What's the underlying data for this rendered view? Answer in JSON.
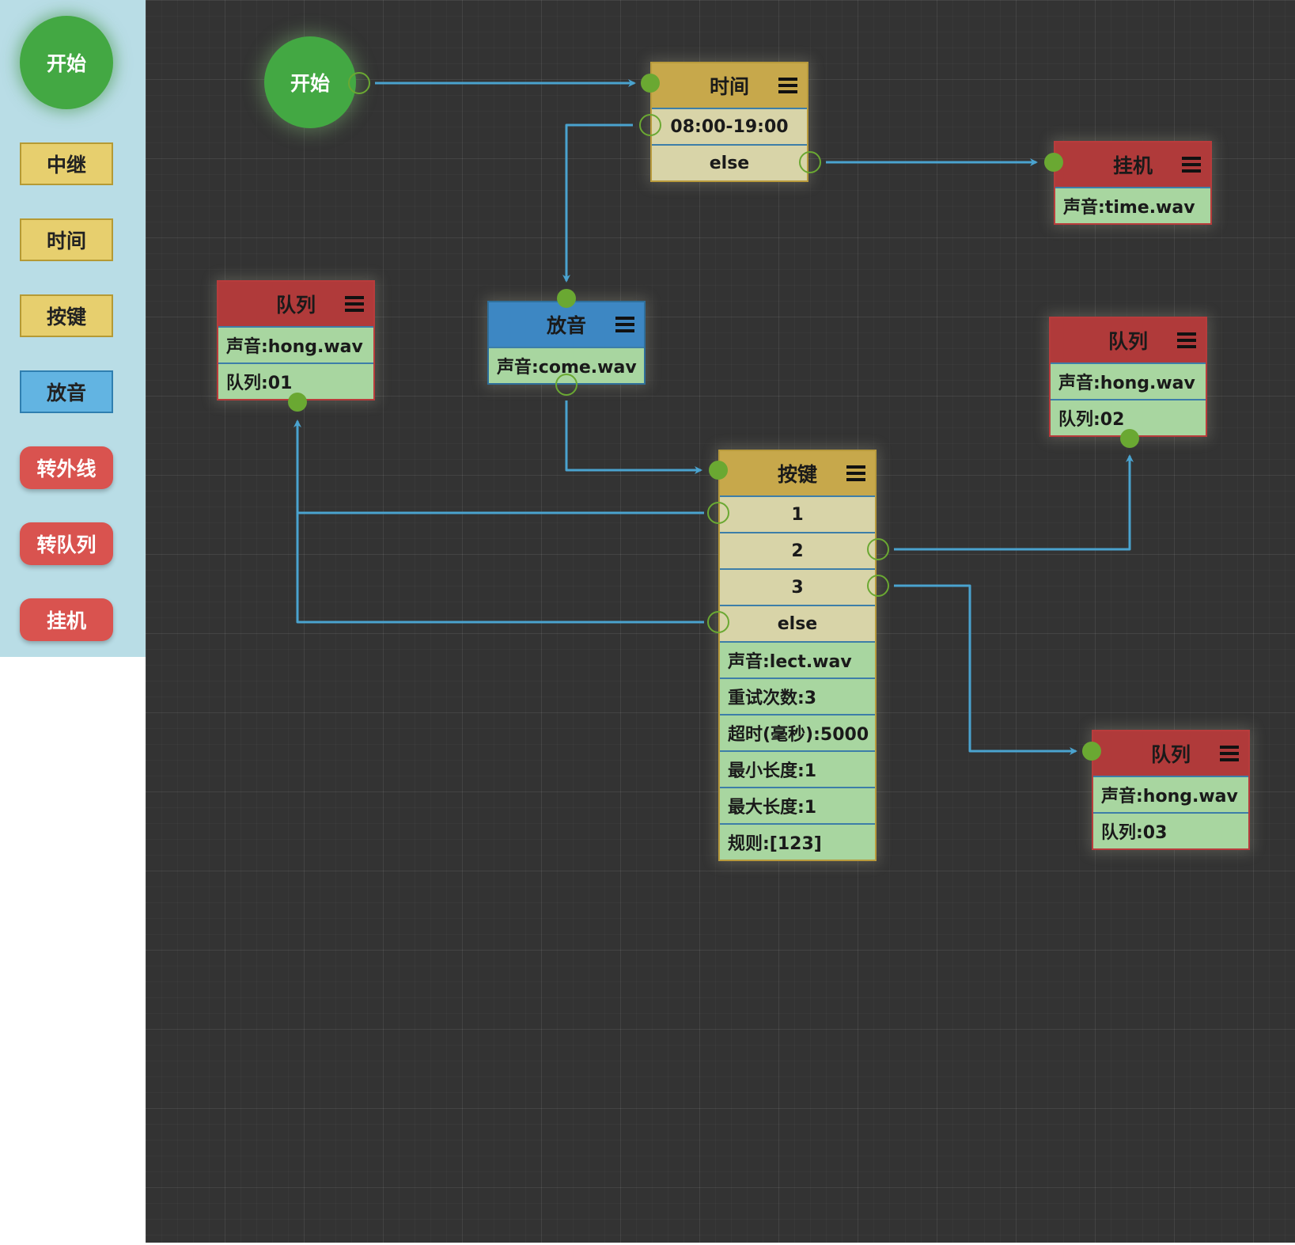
{
  "palette": {
    "start": "开始",
    "relay": "中继",
    "time": "时间",
    "key": "按键",
    "play": "放音",
    "transfer_external": "转外线",
    "transfer_queue": "转队列",
    "hangup": "挂机"
  },
  "canvas": {
    "start_label": "开始",
    "time_node": {
      "title": "时间",
      "branches": [
        "08:00-19:00",
        "else"
      ]
    },
    "hangup_node": {
      "title": "挂机",
      "props": [
        "声音:time.wav"
      ]
    },
    "play_node": {
      "title": "放音",
      "props": [
        "声音:come.wav"
      ]
    },
    "queue1": {
      "title": "队列",
      "props": [
        "声音:hong.wav",
        "队列:01"
      ]
    },
    "queue2": {
      "title": "队列",
      "props": [
        "声音:hong.wav",
        "队列:02"
      ]
    },
    "queue3": {
      "title": "队列",
      "props": [
        "声音:hong.wav",
        "队列:03"
      ]
    },
    "key_node": {
      "title": "按键",
      "branches": [
        "1",
        "2",
        "3",
        "else"
      ],
      "props": [
        "声音:lect.wav",
        "重试次数:3",
        "超时(毫秒):5000",
        "最小长度:1",
        "最大长度:1",
        "规则:[123]"
      ]
    }
  },
  "colors": {
    "canvas_bg": "#333333",
    "palette_bg": "#b9dde6",
    "connector": "#4aa3cf",
    "port": "#6aa832",
    "start_green": "#43a843",
    "yellow_header": "#c7a84b",
    "red_header": "#b03a3a",
    "blue_header": "#3d87c3",
    "prop_green": "#a8d6a0"
  }
}
